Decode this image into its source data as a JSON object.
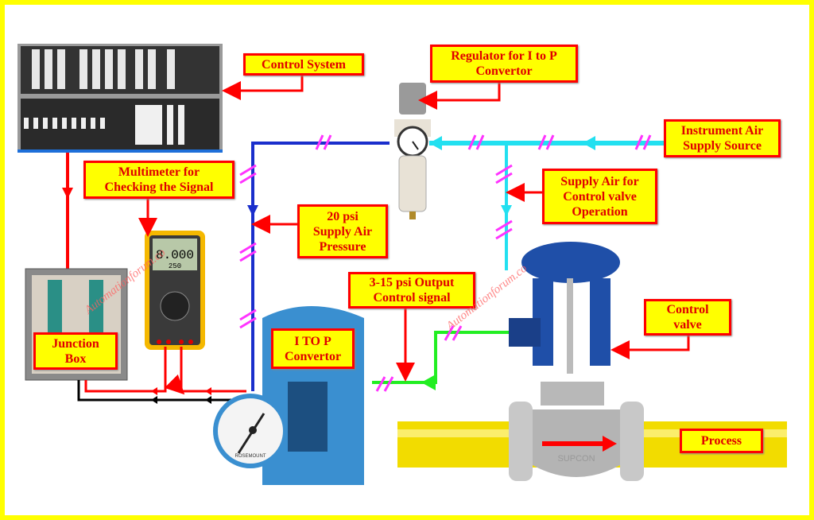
{
  "labels": {
    "control_system": [
      "Control System"
    ],
    "regulator": [
      "Regulator for I to  P",
      "Convertor"
    ],
    "instrument_air": [
      "Instrument Air",
      "Supply Source"
    ],
    "multimeter": [
      "Multimeter for",
      "Checking the Signal"
    ],
    "supply_air_valve": [
      "Supply Air for",
      "Control valve",
      "Operation"
    ],
    "supply_20psi": [
      "20 psi",
      "Supply Air",
      "Pressure"
    ],
    "output_signal": [
      "3-15 psi Output",
      "Control signal"
    ],
    "control_valve": [
      "Control",
      "valve"
    ],
    "junction_box": [
      "Junction",
      "Box"
    ],
    "i_to_p": [
      "I TO P",
      "Convertor"
    ],
    "process": [
      "Process"
    ]
  },
  "device_text": {
    "multimeter_display": "8.000",
    "multimeter_sub": "250",
    "gauge_brand": "ROSEMOUNT",
    "valve_brand": "SUPCON"
  },
  "watermark": "Automationforum.co",
  "colors": {
    "border": "#ffff00",
    "label_bg": "#ffff00",
    "label_text": "#e00000",
    "electric_signal": "#ff0000",
    "supply_air_20psi": "#1a2fcc",
    "instrument_air": "#22e0f0",
    "output_signal": "#22ee22",
    "pneumatic_mark": "#ff33ff",
    "process_pipe": "#f2dc00"
  }
}
